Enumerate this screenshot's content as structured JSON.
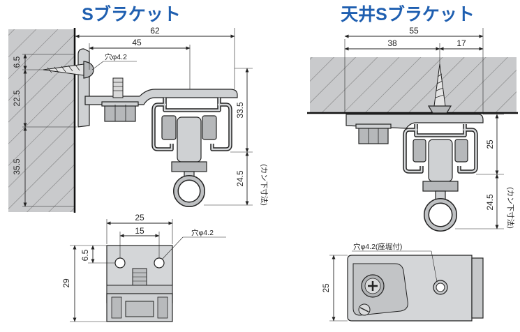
{
  "titles": {
    "left": "Sブラケット",
    "right": "天井Sブラケット"
  },
  "s_bracket": {
    "dims": {
      "overall_width": "62",
      "screw_offset": "45",
      "v_top": "6.5",
      "v_mid": "22.5",
      "v_bottom": "35.5",
      "height_right": "33.5",
      "hanger_drop": "24.5"
    },
    "hole_note": "穴φ4.2",
    "hanger_note": "(カン下寸法)"
  },
  "s_bracket_plan": {
    "dims": {
      "width": "25",
      "hole_pitch": "15",
      "hole_offset": "6.5",
      "height": "29"
    },
    "hole_note": "穴φ4.2"
  },
  "ceiling_bracket": {
    "dims": {
      "overall_width": "55",
      "left_part": "38",
      "right_part": "17",
      "height": "25",
      "hanger_drop": "24.5"
    },
    "hanger_note": "(カン下寸法)"
  },
  "ceiling_bracket_plan": {
    "dims": {
      "height": "25"
    },
    "hole_note": "穴φ4.2(座堀付)"
  },
  "colors": {
    "title": "#1f5fb0",
    "metal": "#cfd1d3",
    "wall": "#c9cacc"
  }
}
